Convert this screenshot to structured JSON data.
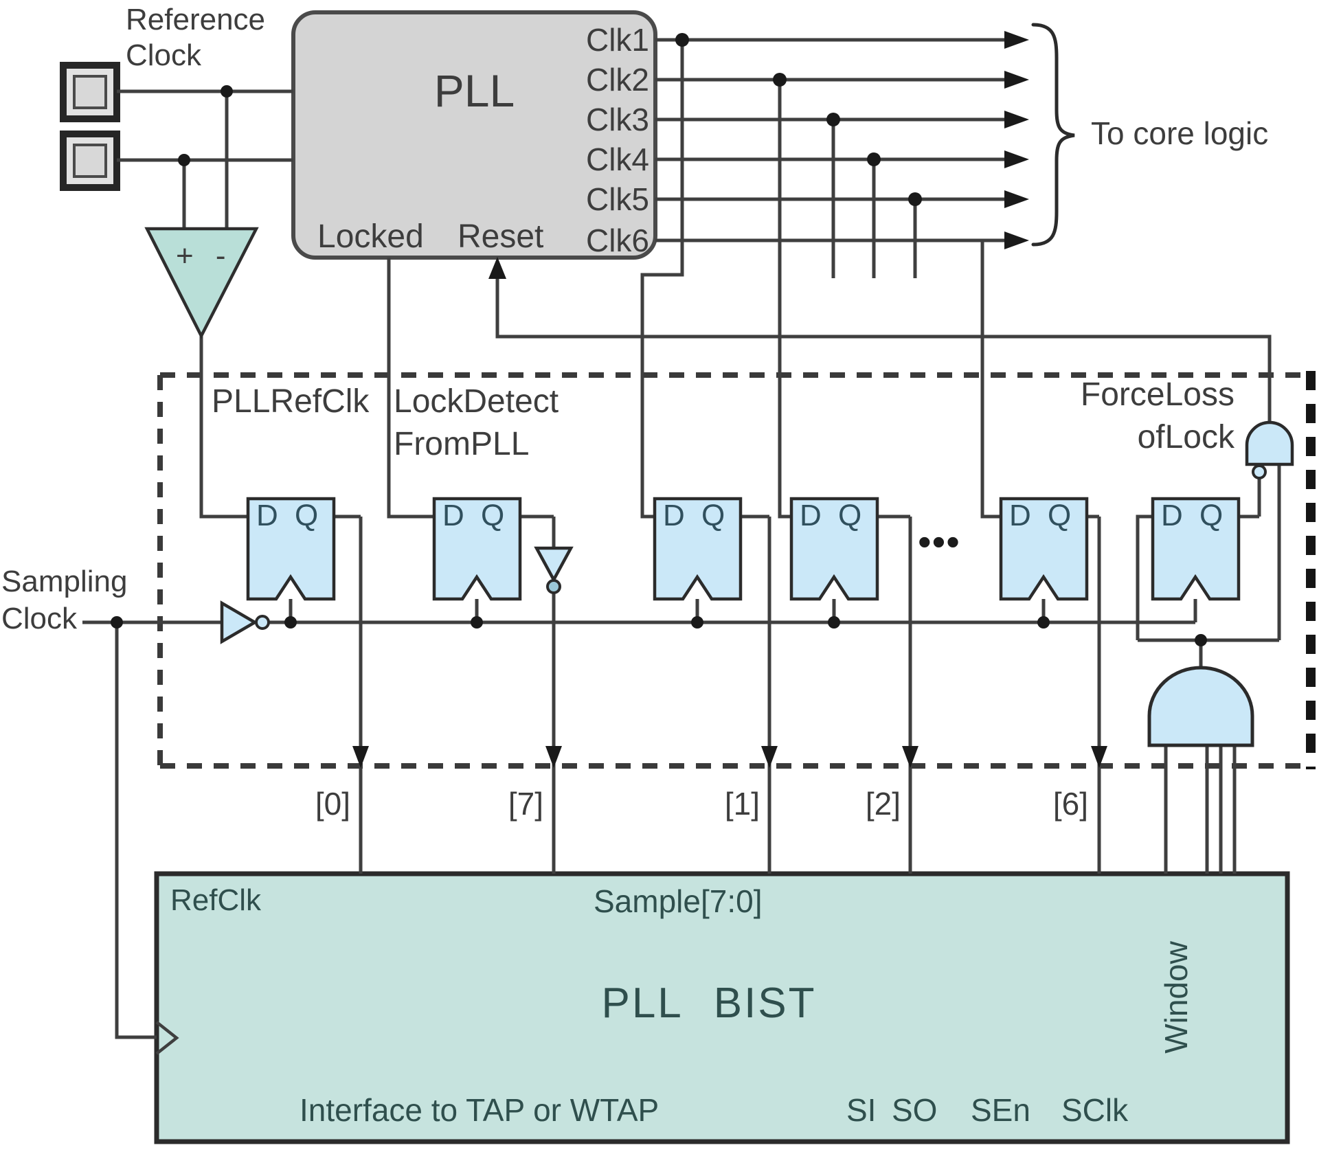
{
  "labels": {
    "reference_clock_line1": "Reference",
    "reference_clock_line2": "Clock",
    "to_core_logic": "To core logic",
    "sampling_clock_line1": "Sampling",
    "sampling_clock_line2": "Clock",
    "pll_ref_clk": "PLLRefClk",
    "lock_detect_line1": "LockDetect",
    "lock_detect_line2": "FromPLL",
    "force_loss_line1": "ForceLoss",
    "force_loss_line2": "ofLock",
    "comparator_signs": "+ -",
    "ellipsis": "•••"
  },
  "pll": {
    "title": "PLL",
    "locked_pin": "Locked",
    "reset_pin": "Reset",
    "clock_outputs": [
      "Clk1",
      "Clk2",
      "Clk3",
      "Clk4",
      "Clk5",
      "Clk6"
    ]
  },
  "flip_flop": {
    "d": "D",
    "q": "Q"
  },
  "sample_bit_labels": [
    "[0]",
    "[7]",
    "[1]",
    "[2]",
    "[6]"
  ],
  "bist": {
    "title": "PLL BIST",
    "ref_clk_pin": "RefClk",
    "sample_bus_pin": "Sample[7:0]",
    "window_pin": "Window",
    "interface_label": "Interface to TAP or WTAP",
    "scan_pins": [
      "SI",
      "SO",
      "SEn",
      "SClk"
    ]
  },
  "colors": {
    "pll_fill": "#d4d4d4",
    "bist_fill": "#c6e3de",
    "buffer_fill": "#b9dfd8",
    "logic_fill": "#cbe8f8",
    "wire": "#3f3f3f"
  }
}
